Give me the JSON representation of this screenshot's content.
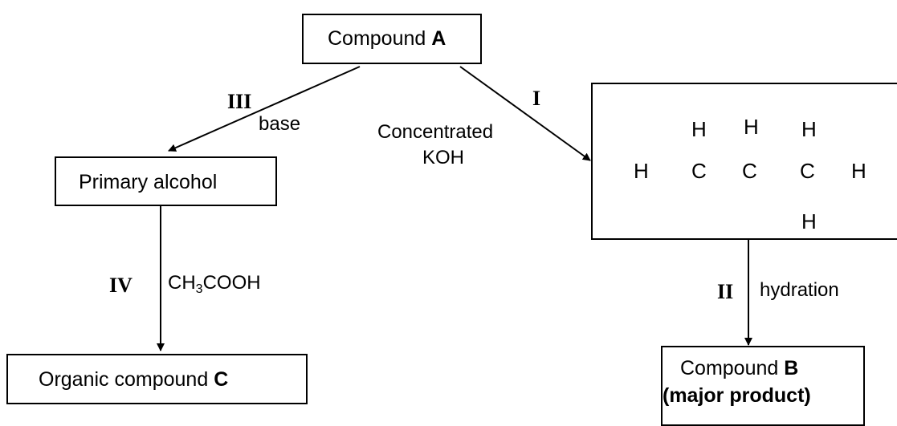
{
  "compound_a": {
    "prefix": "Compound",
    "letter": "A"
  },
  "primary_alcohol": {
    "label": "Primary alcohol"
  },
  "compound_c": {
    "prefix": "Organic compound",
    "letter": "C"
  },
  "compound_b": {
    "prefix": "Compound",
    "letter": "B",
    "note": "(major product)"
  },
  "steps": {
    "I": {
      "id": "I",
      "reagent_line1": "Concentrated",
      "reagent_line2": "KOH"
    },
    "II": {
      "id": "II",
      "reagent": "hydration"
    },
    "III": {
      "id": "III",
      "reagent": "base"
    },
    "IV": {
      "id": "IV",
      "reagent_main": "CH",
      "reagent_sub": "3",
      "reagent_rest": "COOH"
    }
  },
  "structure": {
    "atom_h": "H",
    "atom_c": "C"
  }
}
